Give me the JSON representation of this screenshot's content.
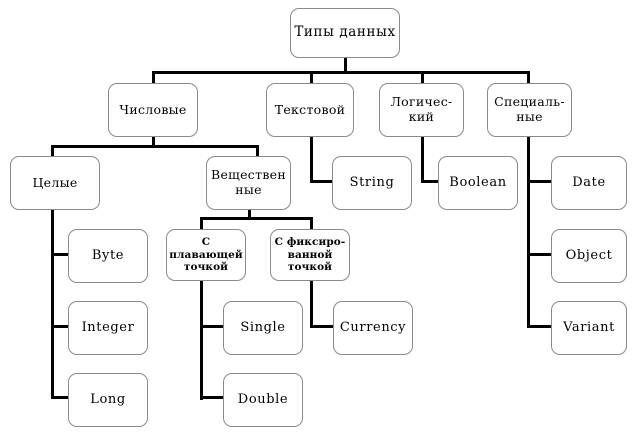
{
  "diagram": {
    "title": "Типы данных",
    "language": "ru",
    "type": "tree",
    "nodes": {
      "root": {
        "label": "Типы данных",
        "script": "cyr"
      },
      "numeric": {
        "label": "Числовые",
        "script": "cyr"
      },
      "text": {
        "label": "Текстовой",
        "script": "cyr"
      },
      "logical": {
        "label": "Логичес-\nкий",
        "script": "cyr"
      },
      "special": {
        "label": "Специаль-\nные",
        "script": "cyr"
      },
      "integer_grp": {
        "label": "Целые",
        "script": "cyr"
      },
      "real_grp": {
        "label": "Веществен\nные",
        "script": "cyr"
      },
      "string": {
        "label": "String",
        "script": "lat"
      },
      "boolean": {
        "label": "Boolean",
        "script": "lat"
      },
      "date": {
        "label": "Date",
        "script": "lat"
      },
      "byte": {
        "label": "Byte",
        "script": "lat"
      },
      "floating": {
        "label": "С\nплавающей\nточкой",
        "script": "cyr"
      },
      "fixed": {
        "label": "С фиксиро-\nванной\nточкой",
        "script": "cyr"
      },
      "object": {
        "label": "Object",
        "script": "lat"
      },
      "integer": {
        "label": "Integer",
        "script": "lat"
      },
      "single": {
        "label": "Single",
        "script": "lat"
      },
      "currency": {
        "label": "Currency",
        "script": "lat"
      },
      "variant": {
        "label": "Variant",
        "script": "lat"
      },
      "long": {
        "label": "Long",
        "script": "lat"
      },
      "double": {
        "label": "Double",
        "script": "lat"
      }
    },
    "edges": [
      [
        "root",
        "numeric"
      ],
      [
        "root",
        "text"
      ],
      [
        "root",
        "logical"
      ],
      [
        "root",
        "special"
      ],
      [
        "numeric",
        "integer_grp"
      ],
      [
        "numeric",
        "real_grp"
      ],
      [
        "text",
        "string"
      ],
      [
        "logical",
        "boolean"
      ],
      [
        "special",
        "date"
      ],
      [
        "special",
        "object"
      ],
      [
        "special",
        "variant"
      ],
      [
        "integer_grp",
        "byte"
      ],
      [
        "integer_grp",
        "integer"
      ],
      [
        "integer_grp",
        "long"
      ],
      [
        "real_grp",
        "floating"
      ],
      [
        "real_grp",
        "fixed"
      ],
      [
        "floating",
        "single"
      ],
      [
        "floating",
        "double"
      ],
      [
        "fixed",
        "currency"
      ]
    ],
    "colors": {
      "background": "#ffffff",
      "box_border": "#8a8a8a",
      "connector": "#000000",
      "text": "#000000"
    }
  }
}
